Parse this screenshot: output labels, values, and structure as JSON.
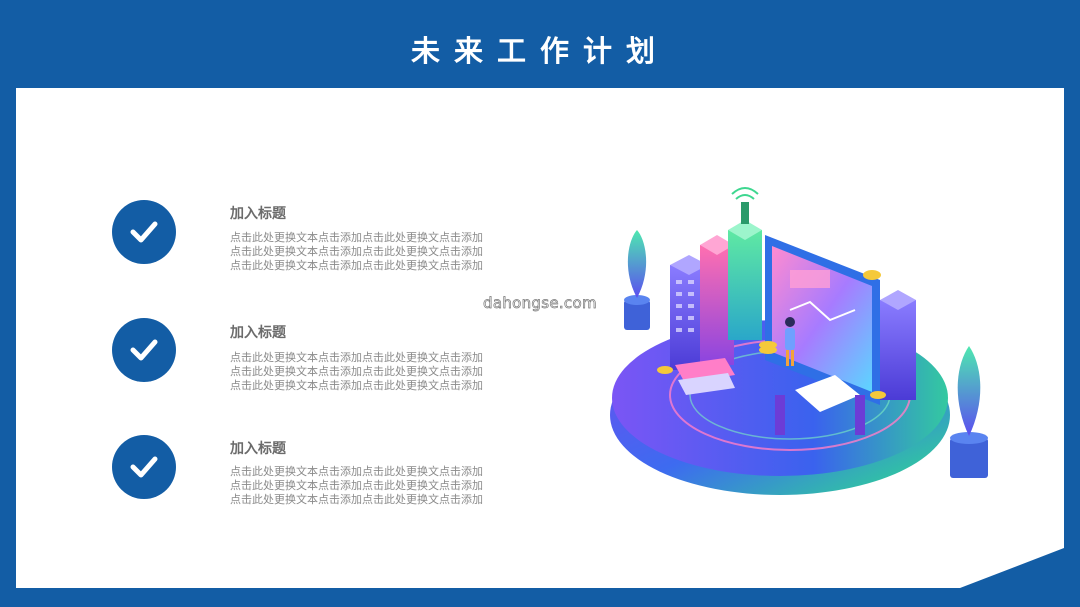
{
  "header": {
    "title": "未来工作计划"
  },
  "items": [
    {
      "title": "加入标题",
      "lines": [
        "点击此处更换文本点击添加点击此处更换文点击添加",
        "点击此处更换文本点击添加点击此处更换文点击添加",
        "点击此处更换文本点击添加点击此处更换文点击添加"
      ]
    },
    {
      "title": "加入标题",
      "lines": [
        "点击此处更换文本点击添加点击此处更换文点击添加",
        "点击此处更换文本点击添加点击此处更换文点击添加",
        "点击此处更换文本点击添加点击此处更换文点击添加"
      ]
    },
    {
      "title": "加入标题",
      "lines": [
        "点击此处更换文本点击添加点击此处更换文点击添加",
        "点击此处更换文本点击添加点击此处更换文点击添加",
        "点击此处更换文本点击添加点击此处更换文点击添加"
      ]
    }
  ],
  "watermark": "dahongse.com",
  "colors": {
    "brand_blue": "#135da5",
    "panel": "#ffffff",
    "text_gray": "#8a8a8a",
    "title_gray": "#6b6b6b"
  },
  "icons": {
    "item_marker": "check-icon",
    "illustration": "isometric-city-platform"
  }
}
